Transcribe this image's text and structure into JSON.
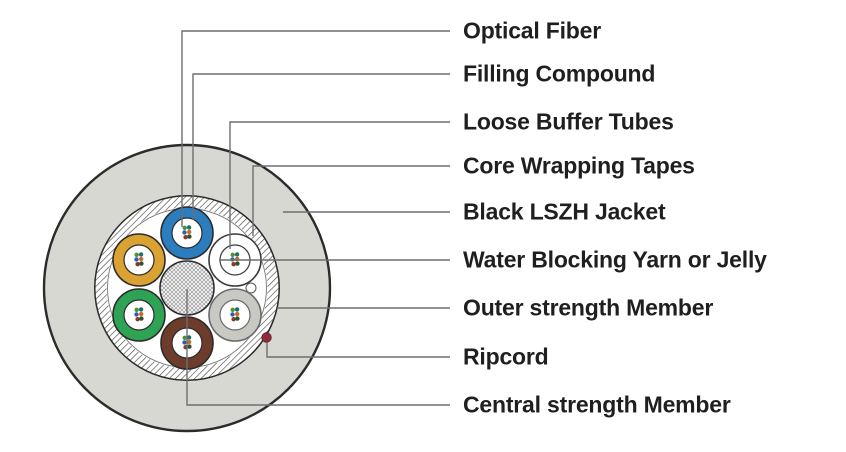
{
  "diagram": {
    "labels": [
      {
        "id": "optical-fiber",
        "text": "Optical Fiber"
      },
      {
        "id": "filling-compound",
        "text": "Filling Compound"
      },
      {
        "id": "loose-buffer-tubes",
        "text": "Loose Buffer Tubes"
      },
      {
        "id": "core-wrapping-tapes",
        "text": "Core Wrapping Tapes"
      },
      {
        "id": "black-lszh-jacket",
        "text": "Black LSZH Jacket"
      },
      {
        "id": "water-blocking-yarn-or-jelly",
        "text": "Water Blocking Yarn or Jelly"
      },
      {
        "id": "outer-strength-member",
        "text": "Outer strength Member"
      },
      {
        "id": "ripcord",
        "text": "Ripcord"
      },
      {
        "id": "central-strength-member",
        "text": "Central strength Member"
      }
    ],
    "colors": {
      "jacket": "#d7d8d1",
      "tube_blue": "#2b7dbd",
      "tube_yellow": "#d9a232",
      "tube_green": "#2fa354",
      "tube_brown": "#6e3c2b",
      "tube_gray": "#c7c9c2",
      "tube_white": "#ffffff",
      "tube_interior": "#ffffff",
      "core_background": "#ffffff",
      "ripcord_dot": "#8e2b38",
      "outline": "#2b2b2b",
      "leader_line": "#6e6e6e",
      "label_text": "#1f1f1f",
      "hatch_stroke": "#4a4a4a",
      "crosshatch_stroke": "#a0a0a0"
    },
    "fiber_colors": [
      "#4f8f3a",
      "#1d6f6a",
      "#2c5fae",
      "#c96a28",
      "#8a3a2a",
      "#2f4f2f"
    ]
  }
}
